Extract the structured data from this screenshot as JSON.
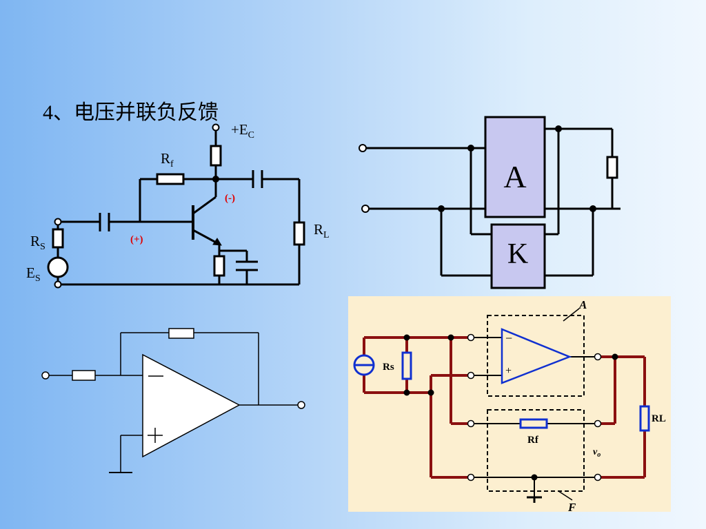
{
  "slide": {
    "title": "4、电压并联负反馈"
  },
  "transistor_circuit": {
    "vcc_label": "+E",
    "vcc_sub": "C",
    "rf_label": "R",
    "rf_sub": "f",
    "rs_label": "R",
    "rs_sub": "S",
    "es_label": "E",
    "es_sub": "S",
    "rl_label": "R",
    "rl_sub": "L",
    "collector_polarity": "(-)",
    "base_polarity": "(+)",
    "polarity_color": "#e00000"
  },
  "block_diagram": {
    "amplifier_label": "A",
    "feedback_label": "K",
    "box_fill": "#c8c8f0"
  },
  "opamp_circuit": {
    "minus_sign": "—",
    "plus_sign": "+"
  },
  "colored_circuit": {
    "background": "#fcefd0",
    "wire_color": "#8b1010",
    "component_color": "#1030d0",
    "amplifier_label": "A",
    "feedback_label": "F",
    "rs_label": "Rs",
    "rf_label": "Rf",
    "rl_label": "RL",
    "vo_label": "v",
    "vo_sub": "o",
    "minus_sign": "−",
    "plus_sign": "+"
  }
}
